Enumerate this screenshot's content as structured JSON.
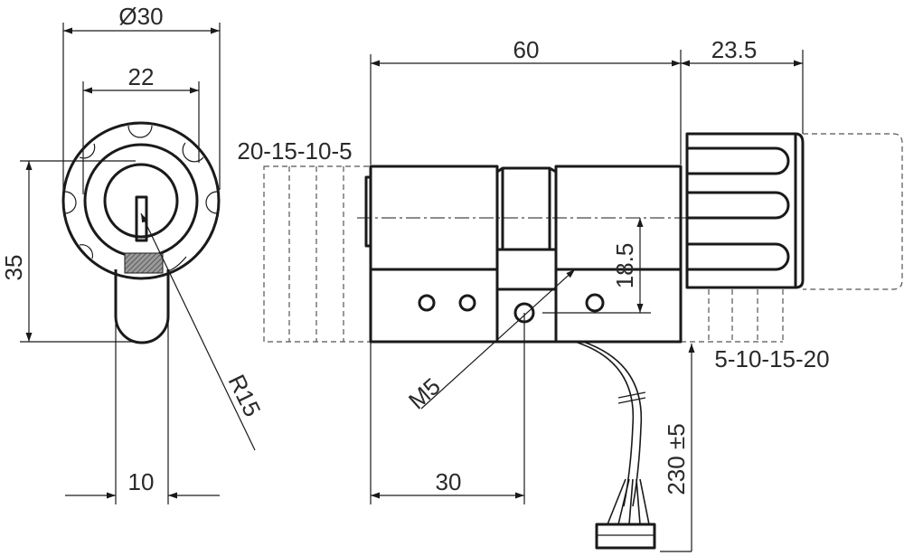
{
  "colors": {
    "line": "#1a1a1a",
    "text": "#2a2a2a",
    "hatch": "#555555",
    "background": "#ffffff"
  },
  "dimensions": {
    "front_diameter": "Ø30",
    "front_inner_width": "22",
    "front_height": "35",
    "cam_width": "10",
    "cam_radius": "R15",
    "body_length": "60",
    "knob_length": "23.5",
    "axis_offset": "18.5",
    "screw_thread": "M5",
    "screw_position": "30",
    "cable_length": "230 ±5",
    "left_extensions": "20-15-10-5",
    "right_extensions": "5-10-15-20"
  }
}
